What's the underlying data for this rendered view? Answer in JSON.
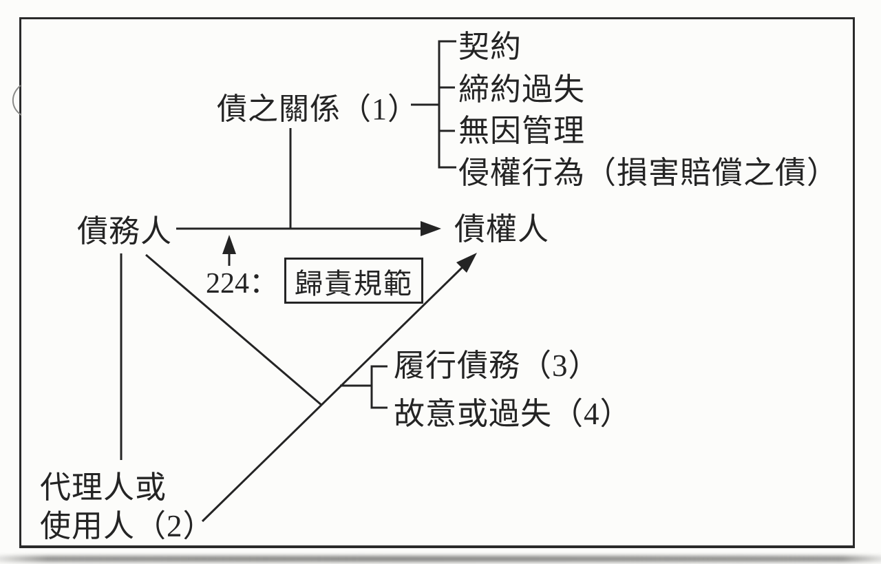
{
  "page": {
    "background": "#fcfcfa",
    "ink": "#242424"
  },
  "diagram": {
    "relation_label": "債之關係（1）",
    "branches": [
      "契約",
      "締約過失",
      "無因管理",
      "侵權行為（損害賠償之債）"
    ],
    "debtor_label": "債務人",
    "creditor_label": "債權人",
    "statute_number": "224：",
    "statute_box_label": "歸責規範",
    "duty_items": [
      "履行債務（3）",
      "故意或過失（4）"
    ],
    "agent_label_line1": "代理人或",
    "agent_label_line2": "使用人（2）"
  }
}
